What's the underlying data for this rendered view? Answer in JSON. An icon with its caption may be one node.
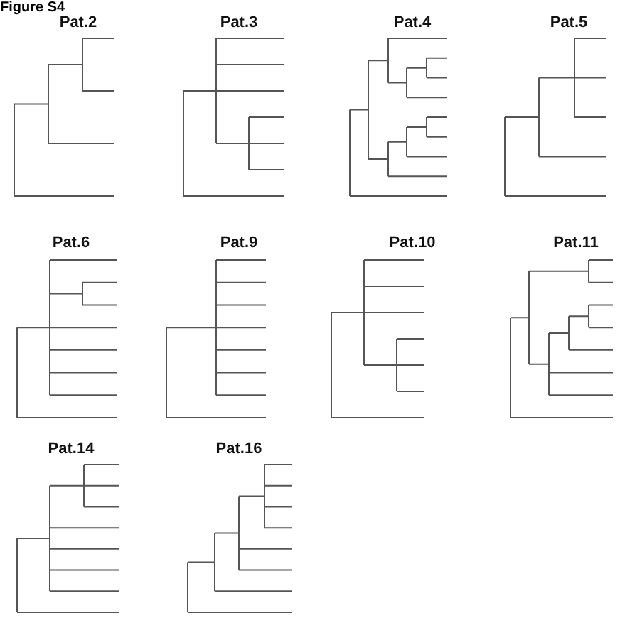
{
  "diagram": {
    "title": "Figure S4",
    "labels": [
      "Pat.2",
      "Pat.3",
      "Pat.4",
      "Pat.5",
      "Pat.6",
      "Pat.9",
      "Pat.10",
      "Pat.11",
      "Pat.14",
      "Pat.16"
    ]
  }
}
